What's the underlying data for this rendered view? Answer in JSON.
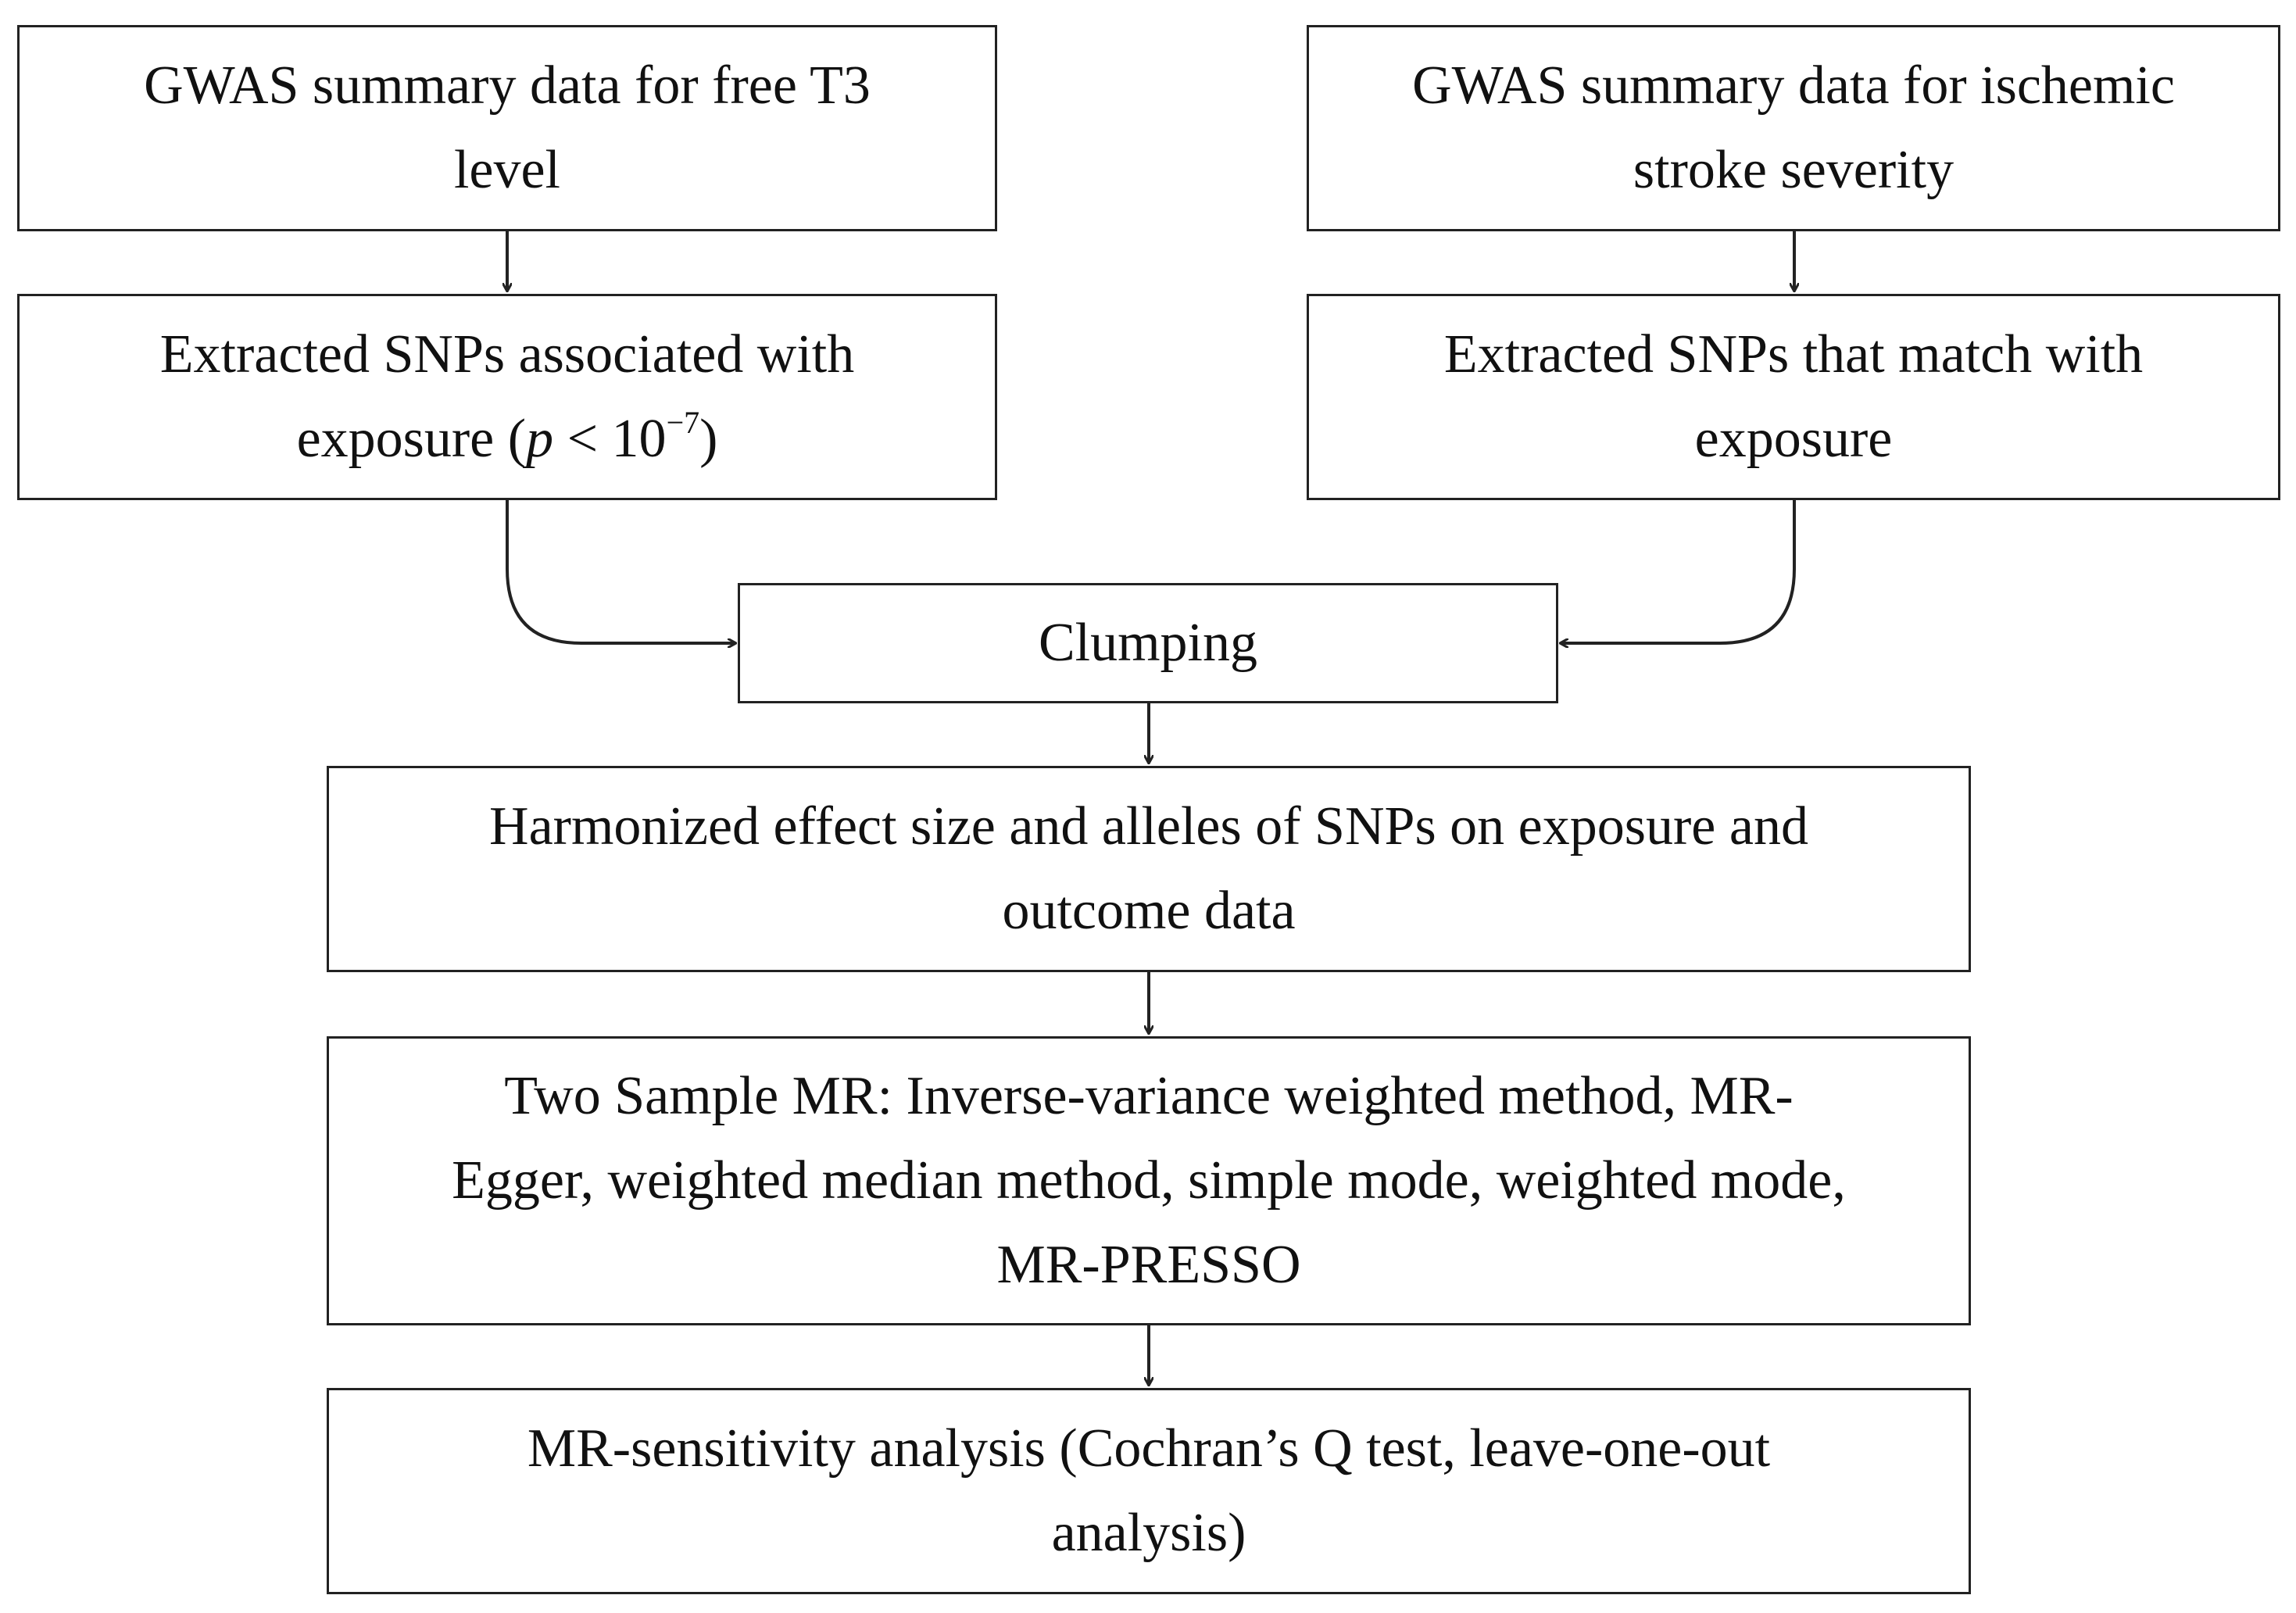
{
  "nodes": {
    "gwas_ft3": {
      "line1": "GWAS summary data for free T3",
      "line2": "level"
    },
    "gwas_stroke": {
      "line1": "GWAS summary data for ischemic",
      "line2": "stroke severity"
    },
    "extract_exposure": {
      "line1": "Extracted SNPs associated with",
      "line2_prefix": "exposure (",
      "p_symbol": "p",
      "line2_middle": " < 10",
      "exponent": "−7",
      "line2_suffix": ")"
    },
    "extract_match": {
      "line1": "Extracted SNPs that match with",
      "line2": "exposure"
    },
    "clumping": {
      "label": "Clumping"
    },
    "harmonize": {
      "line1": "Harmonized effect size and alleles of SNPs on exposure and",
      "line2": "outcome data"
    },
    "two_sample_mr": {
      "line1": "Two Sample MR: Inverse-variance weighted method, MR-",
      "line2": "Egger, weighted median method, simple mode, weighted mode,",
      "line3": "MR-PRESSO"
    },
    "sensitivity": {
      "line1": "MR-sensitivity analysis (Cochran’s Q test, leave-one-out",
      "line2": "analysis)"
    }
  },
  "edges": [
    {
      "from": "gwas_ft3",
      "to": "extract_exposure"
    },
    {
      "from": "gwas_stroke",
      "to": "extract_match"
    },
    {
      "from": "extract_exposure",
      "to": "clumping"
    },
    {
      "from": "extract_match",
      "to": "clumping"
    },
    {
      "from": "clumping",
      "to": "harmonize"
    },
    {
      "from": "harmonize",
      "to": "two_sample_mr"
    },
    {
      "from": "two_sample_mr",
      "to": "sensitivity"
    }
  ],
  "colors": {
    "line": "#222222",
    "text": "#111111",
    "background": "#ffffff"
  }
}
